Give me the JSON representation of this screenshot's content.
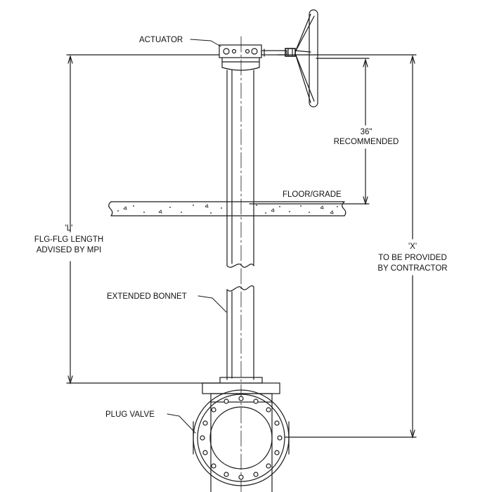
{
  "labels": {
    "actuator": "ACTUATOR",
    "dim_36_value": "36\"",
    "dim_36_text": "RECOMMENDED",
    "floor": "FLOOR/GRADE",
    "l_mark": "'L'",
    "l_line1": "FLG-FLG LENGTH",
    "l_line2": "ADVISED BY MPI",
    "x_mark": "'X'",
    "x_line1": "TO BE PROVIDED",
    "x_line2": "BY CONTRACTOR",
    "bonnet": "EXTENDED BONNET",
    "plug_valve": "PLUG VALVE"
  },
  "colors": {
    "line": "#1a1a1a",
    "background": "#ffffff"
  }
}
